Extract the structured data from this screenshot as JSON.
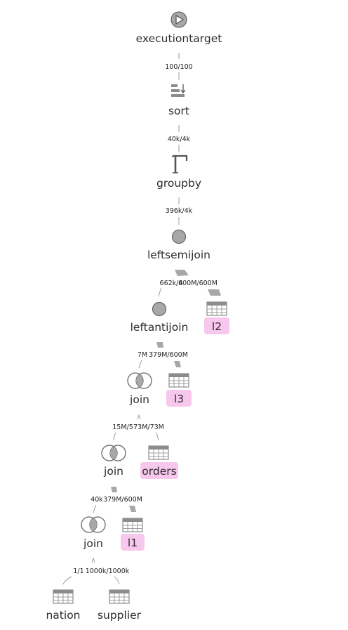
{
  "nodes": {
    "executiontarget": {
      "label": "executiontarget",
      "icon": "play-icon"
    },
    "sort": {
      "label": "sort",
      "icon": "sort-icon"
    },
    "groupby": {
      "label": "groupby",
      "icon": "gamma-icon"
    },
    "leftsemijoin": {
      "label": "leftsemijoin",
      "icon": "circle-icon"
    },
    "leftantijoin": {
      "label": "leftantijoin",
      "icon": "circle-icon"
    },
    "join1": {
      "label": "join",
      "icon": "venn-icon"
    },
    "join2": {
      "label": "join",
      "icon": "venn-icon"
    },
    "join3": {
      "label": "join",
      "icon": "venn-icon"
    }
  },
  "tables": {
    "l2": {
      "label": "l2",
      "highlighted": true
    },
    "l3": {
      "label": "l3",
      "highlighted": true
    },
    "orders": {
      "label": "orders",
      "highlighted": true
    },
    "l1": {
      "label": "l1",
      "highlighted": true
    },
    "nation": {
      "label": "nation",
      "highlighted": false
    },
    "supplier": {
      "label": "supplier",
      "highlighted": false
    }
  },
  "edges": {
    "target_sort": "100/100",
    "sort_groupby": "40k/4k",
    "groupby_semi": "396k/4k",
    "semi_anti": "662k/4",
    "semi_l2": "600M/600M",
    "anti_join1": "7M",
    "anti_l3": "379M/600M",
    "join1_join2": "15M/5",
    "join1_orders": "73M/73M",
    "join2_join3": "40k",
    "join2_l1": "379M/600M",
    "join3_nation": "1/1",
    "join3_supplier": "1000k/1000k"
  },
  "colors": {
    "highlight": "#f7c7ee",
    "edge": "#9e9e9e",
    "icon": "#666666"
  }
}
